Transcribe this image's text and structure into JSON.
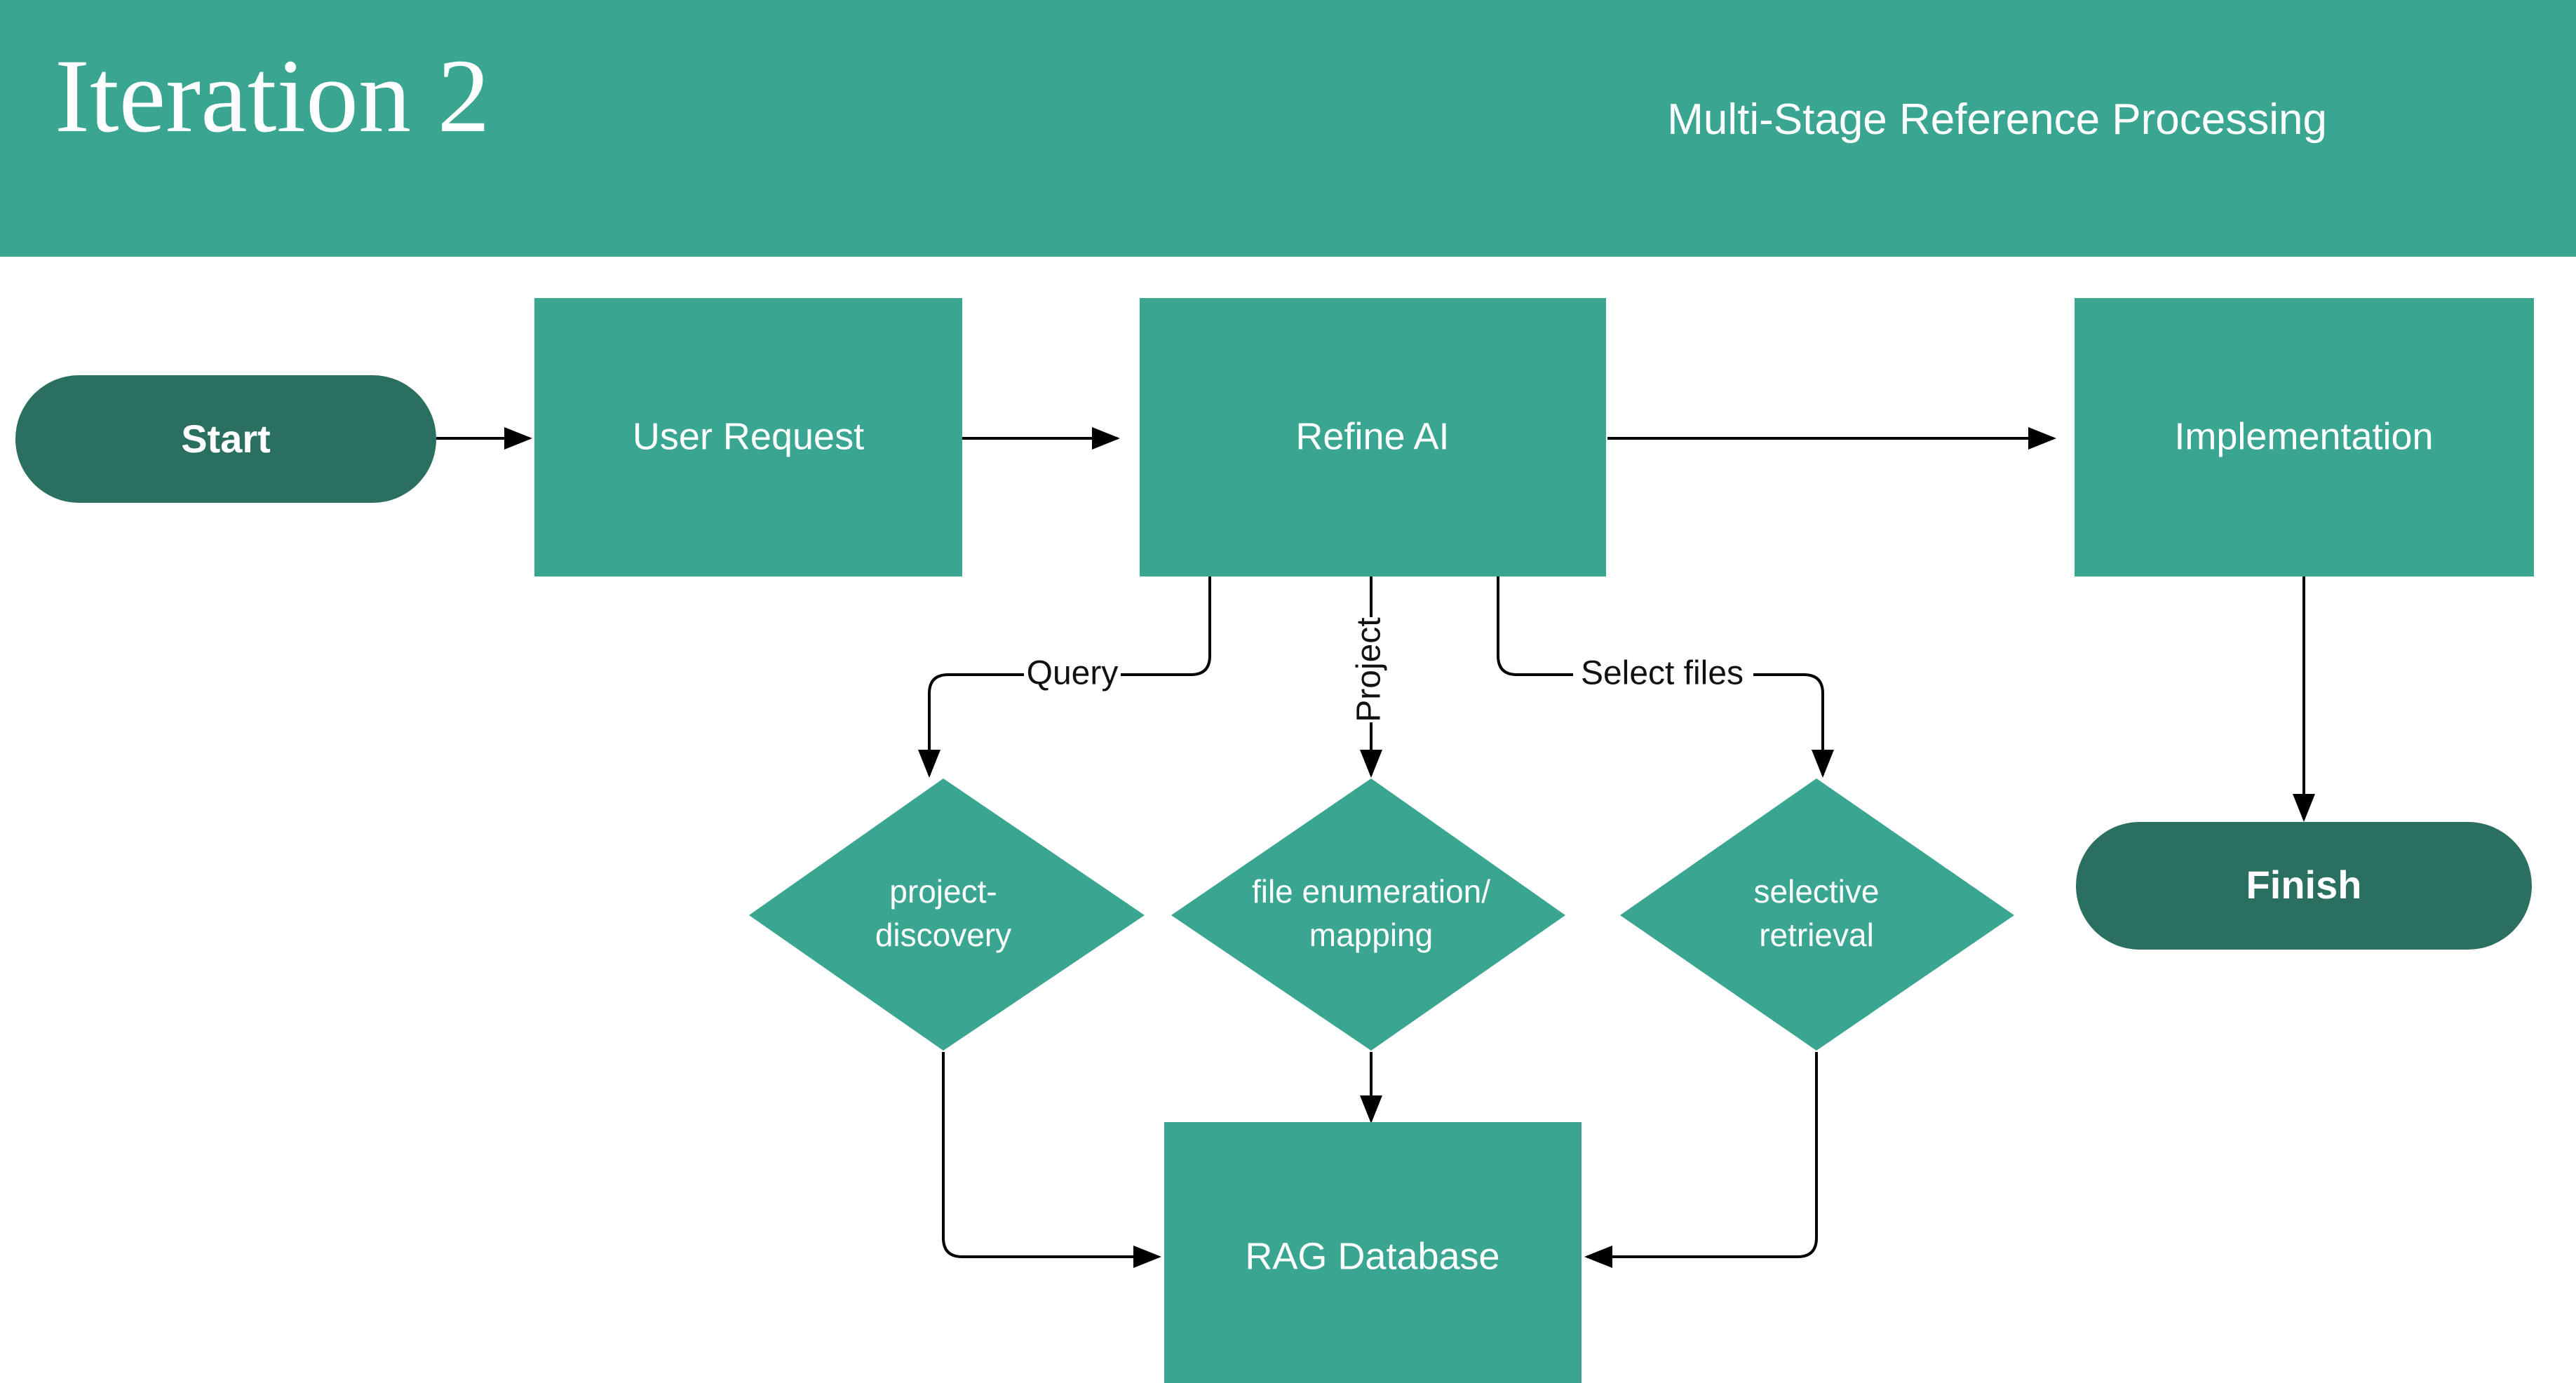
{
  "header": {
    "title": "Iteration 2",
    "subtitle": "Multi-Stage Reference Processing",
    "background_color": "#3aa692",
    "text_color": "#ffffff"
  },
  "theme": {
    "accent": "#3aa692",
    "accent_dark": "#2a6f60",
    "node_text": "#ffffff",
    "edge_color": "#000000",
    "page_background": "#ffffff"
  },
  "flowchart": {
    "nodes": [
      {
        "id": "start",
        "label": "Start",
        "shape": "pill",
        "fill": "#2a6f60",
        "bold": true
      },
      {
        "id": "user_request",
        "label": "User Request",
        "shape": "rect",
        "fill": "#3aa692",
        "bold": false
      },
      {
        "id": "refine_ai",
        "label": "Refine AI",
        "shape": "rect",
        "fill": "#3aa692",
        "bold": false
      },
      {
        "id": "implementation",
        "label": "Implementation",
        "shape": "rect",
        "fill": "#3aa692",
        "bold": false
      },
      {
        "id": "project_discovery",
        "label_line1": "project-",
        "label_line2": "discovery",
        "shape": "diamond",
        "fill": "#3aa692"
      },
      {
        "id": "file_enumeration",
        "label_line1": "file enumeration/",
        "label_line2": "mapping",
        "shape": "diamond",
        "fill": "#3aa692"
      },
      {
        "id": "selective_retrieval",
        "label_line1": "selective",
        "label_line2": "retrieval",
        "shape": "diamond",
        "fill": "#3aa692"
      },
      {
        "id": "rag_database",
        "label": "RAG Database",
        "shape": "rect",
        "fill": "#3aa692",
        "bold": false
      },
      {
        "id": "finish",
        "label": "Finish",
        "shape": "pill",
        "fill": "#2a6f60",
        "bold": true
      }
    ],
    "edges": [
      {
        "from": "start",
        "to": "user_request",
        "label": ""
      },
      {
        "from": "user_request",
        "to": "refine_ai",
        "label": ""
      },
      {
        "from": "refine_ai",
        "to": "implementation",
        "label": ""
      },
      {
        "from": "refine_ai",
        "to": "project_discovery",
        "label": "Query"
      },
      {
        "from": "refine_ai",
        "to": "file_enumeration",
        "label": "Project"
      },
      {
        "from": "refine_ai",
        "to": "selective_retrieval",
        "label": "Select files"
      },
      {
        "from": "project_discovery",
        "to": "rag_database",
        "label": ""
      },
      {
        "from": "file_enumeration",
        "to": "rag_database",
        "label": ""
      },
      {
        "from": "selective_retrieval",
        "to": "rag_database",
        "label": ""
      },
      {
        "from": "implementation",
        "to": "finish",
        "label": ""
      }
    ],
    "edge_labels": {
      "query": "Query",
      "project": "Project",
      "select_files": "Select files"
    }
  }
}
